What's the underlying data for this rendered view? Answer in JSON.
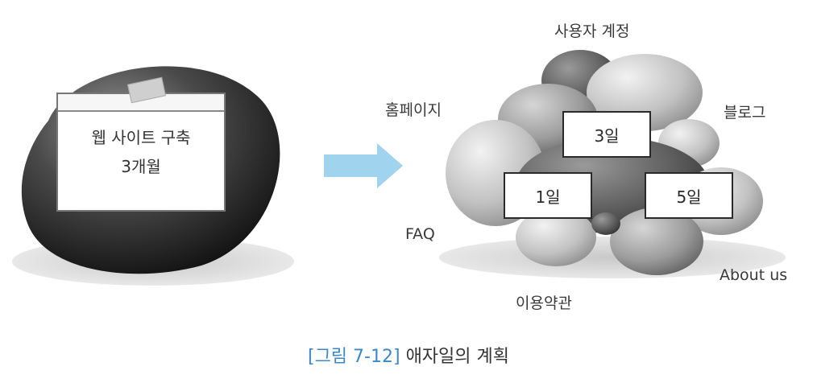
{
  "project_card": {
    "line1": "웹 사이트 구축",
    "line2": "3개월"
  },
  "sprint_cards": [
    {
      "label": "3일"
    },
    {
      "label": "1일"
    },
    {
      "label": "5일"
    }
  ],
  "features": {
    "user_account": "사용자 계정",
    "homepage": "홈페이지",
    "blog": "블로그",
    "faq": "FAQ",
    "about_us": "About us",
    "terms": "이용약관"
  },
  "caption": {
    "tag": "[그림 7-12]",
    "text": "애자일의 계획"
  },
  "colors": {
    "arrow": "#9fd3ee",
    "caption_tag": "#3d88c8"
  }
}
